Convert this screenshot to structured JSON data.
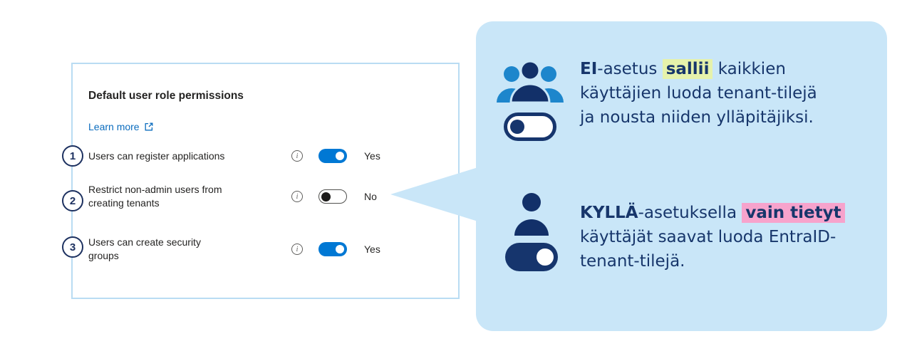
{
  "panel": {
    "title": "Default user role permissions",
    "learn_more_label": "Learn more",
    "rows": [
      {
        "number": "1",
        "label": "Users can register applications",
        "state": "Yes",
        "enabled": true
      },
      {
        "number": "2",
        "label": "Restrict non-admin users from creating tenants",
        "state": "No",
        "enabled": false
      },
      {
        "number": "3",
        "label": "Users can create security groups",
        "state": "Yes",
        "enabled": true
      }
    ]
  },
  "bubble": {
    "point1": {
      "bold_prefix": "EI",
      "after_prefix": "-asetus ",
      "highlight": "sallii",
      "rest": " kaikkien käyttäjien luoda tenant-tilejä ja nousta niiden ylläpitäjiksi.",
      "toggle_on": false
    },
    "point2": {
      "bold_prefix": "KYLLÄ",
      "after_prefix": "-asetuksella ",
      "highlight": "vain tietyt",
      "rest": " käyttäjät saavat luoda EntraID-tenant-tilejä.",
      "toggle_on": true
    }
  },
  "icons": {
    "info_glyph": "i"
  },
  "colors": {
    "bubble_bg": "#c9e6f8",
    "navy": "#16356d",
    "azure_toggle_blue": "#0078d4",
    "link_blue": "#0b6cbe",
    "highlight_green": "#e6f2ab",
    "highlight_pink": "#f7a3cc",
    "panel_border": "#b9dcf3"
  }
}
